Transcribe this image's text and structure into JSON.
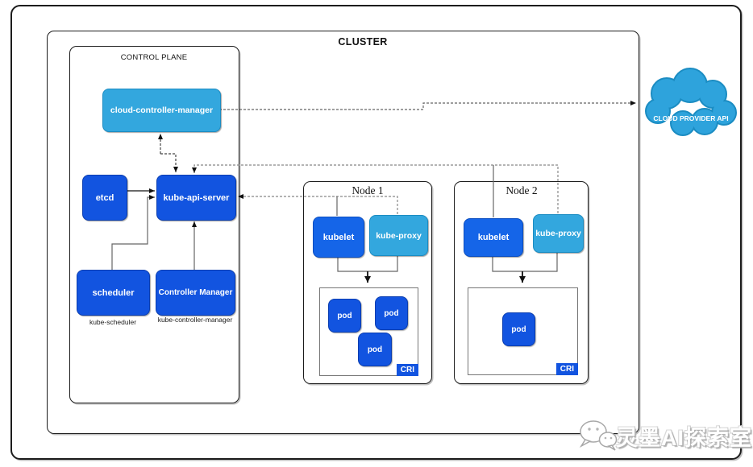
{
  "diagram": {
    "title": "CLUSTER",
    "control_plane": {
      "title": "CONTROL PLANE",
      "boxes": {
        "cloud_controller_manager": "cloud-controller-manager",
        "etcd": "etcd",
        "kube_api_server": "kube-api-server",
        "scheduler": "scheduler",
        "controller_manager": "Controller Manager"
      },
      "sublabels": {
        "scheduler": "kube-scheduler",
        "controller_manager": "kube-controller-manager"
      }
    },
    "nodes": [
      {
        "title": "Node 1",
        "kubelet": "kubelet",
        "kube_proxy": "kube-proxy",
        "runtime_label": "CRI",
        "pods": [
          "pod",
          "pod",
          "pod"
        ]
      },
      {
        "title": "Node 2",
        "kubelet": "kubelet",
        "kube_proxy": "kube-proxy",
        "runtime_label": "CRI",
        "pods": [
          "pod"
        ]
      }
    ],
    "cloud_provider_api": "CLOUD PROVIDER API",
    "watermark": "灵墨AI探索室",
    "colors": {
      "primary_blue": "#1254e0",
      "kubelet_blue": "#1565e8",
      "light_blue": "#33a7de",
      "cloud_fill": "#2ea3dc",
      "cloud_border": "#1b8cc2",
      "cri_badge_blue": "#1254e0",
      "line_gray": "#777777",
      "border_dark": "#1c1c1c"
    }
  }
}
